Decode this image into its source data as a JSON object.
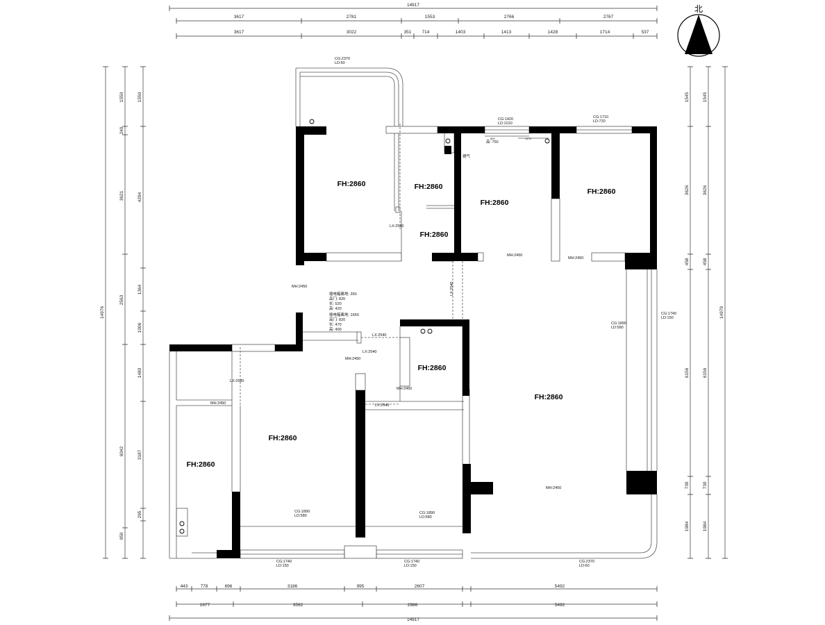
{
  "north_label": "北",
  "dims_top_row1": [
    "3617",
    "2781",
    "1553",
    "2766",
    "2767"
  ],
  "dims_top_row2": [
    "3617",
    "3022",
    "351",
    "714",
    "1403",
    "1413",
    "1428",
    "1714",
    "537"
  ],
  "dim_top_total": "14917",
  "dims_bottom_row1": [
    "443",
    "778",
    "696",
    "3186",
    "995",
    "2607",
    "5492"
  ],
  "dims_bottom_row2": [
    "1677",
    "3562",
    "2986",
    "5492"
  ],
  "dim_bottom_total": "14917",
  "dims_left_outer": [
    "1550",
    "240",
    "3621",
    "2563",
    "6042",
    "950"
  ],
  "dims_left_inner": [
    "1550",
    "4294",
    "1364",
    "1006",
    "1480",
    "3187",
    "295"
  ],
  "dim_left_total": "14976",
  "dims_right_inner": [
    "1545",
    "3626",
    "458",
    "6156",
    "730",
    "1984"
  ],
  "dims_right_outer": [
    "1545",
    "3626",
    "458",
    "6156",
    "730",
    "1984"
  ],
  "dim_right_total": "14979",
  "rooms": [
    "FH:2860",
    "FH:2860",
    "FH:2860",
    "FH:2860",
    "FH:2860",
    "FH:2860",
    "FH:2860",
    "FH:2860",
    "FH:2860"
  ],
  "notes": [
    "CG:2370",
    "LD:60",
    "CG:1420",
    "LD:1010",
    "CG:1710",
    "LD:720",
    "CG:1740",
    "LD:150",
    "CG:1890",
    "LD:580",
    "CG:1890",
    "LD:580",
    "CG:1890",
    "LD:580",
    "CG:1740",
    "LD:150",
    "CG:1740",
    "LD:150",
    "CG:2370",
    "LD:60",
    "LX:2580",
    "LX:2540",
    "LX:2540",
    "LX:2540",
    "LX:2540",
    "LX:2580",
    "MH:2450",
    "MH:2450",
    "MH:2450",
    "MH:2450",
    "MH:2450",
    "MH:2450",
    "MH:2450",
    "燃气",
    "高: 750",
    "插电箱离地: 350",
    "高门: 820",
    "长: 520",
    "高: 420",
    "插电箱离地: 1650",
    "高门: 820",
    "长: 470",
    "高: 400",
    "800",
    "1470"
  ]
}
